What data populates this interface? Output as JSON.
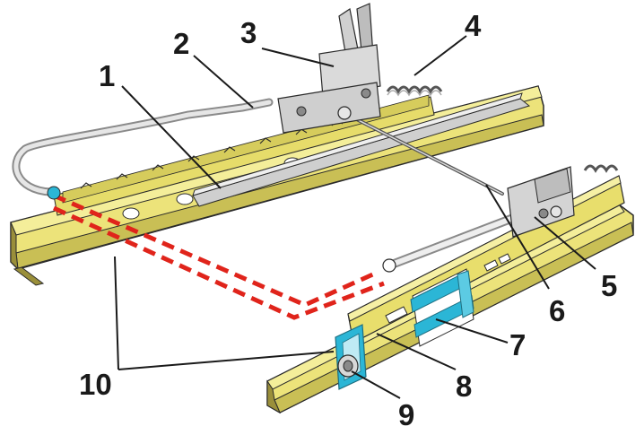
{
  "callouts": [
    {
      "id": "1",
      "label": "1"
    },
    {
      "id": "2",
      "label": "2"
    },
    {
      "id": "3",
      "label": "3"
    },
    {
      "id": "4",
      "label": "4"
    },
    {
      "id": "5",
      "label": "5"
    },
    {
      "id": "6",
      "label": "6"
    },
    {
      "id": "7",
      "label": "7"
    },
    {
      "id": "8",
      "label": "8"
    },
    {
      "id": "9",
      "label": "9"
    },
    {
      "id": "10",
      "label": "10"
    }
  ],
  "colors": {
    "rail_face": "#ece37a",
    "rail_shadow": "#c9bf55",
    "rail_dark": "#9a8f3a",
    "metal": "#d8d8d8",
    "metal_dark": "#8a8a8a",
    "hidden_cable": "#e0241b",
    "latch_blue": "#2bb6d6",
    "outline": "#2a2a2a"
  }
}
